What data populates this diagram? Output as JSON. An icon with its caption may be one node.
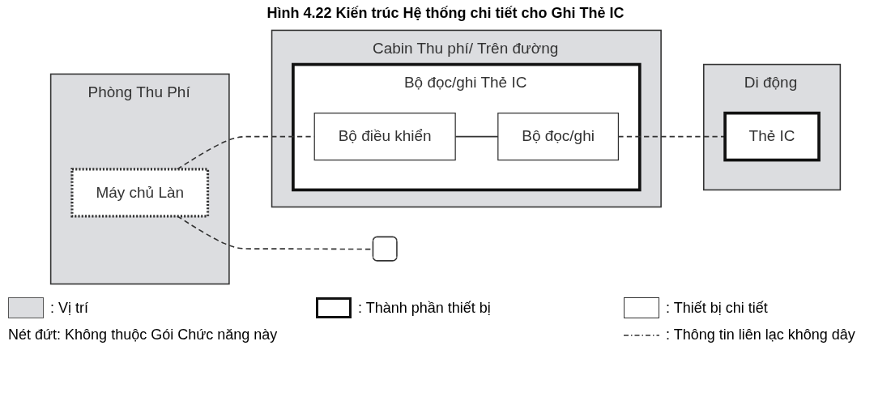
{
  "diagram": {
    "title": "Hình 4.22 Kiến trúc Hệ thống chi tiết cho Ghi Thẻ IC",
    "nodes": [
      {
        "text": [
          "Phòng Thu Phí"
        ]
      },
      {
        "text": [
          "Máy chủ Làn"
        ],
        "in": 0
      },
      {
        "text": [
          "Cabin Thu phí/ Trên đường"
        ]
      },
      {
        "text": [
          "Bộ đọc/ghi Thẻ IC"
        ],
        "in": 2
      },
      {
        "text": [
          "Bộ điều khiển"
        ],
        "in": 3
      },
      {
        "text": [
          "Bộ đọc/ghi"
        ],
        "in": 3
      },
      {
        "text": [
          "Di động"
        ]
      },
      {
        "text": [
          "Thẻ IC"
        ],
        "in": 6
      },
      {
        "text": [],
        "shape": "box"
      }
    ],
    "edges": [
      {
        "from": 1,
        "to": 4,
        "arrow": "none",
        "style": "dashed"
      },
      {
        "from": 4,
        "to": 5,
        "arrow": "none"
      },
      {
        "from": 5,
        "to": 7,
        "arrow": "none",
        "style": "dashed"
      },
      {
        "from": 1,
        "to": 8,
        "arrow": "none",
        "style": "dashed"
      }
    ],
    "labels": [
      "Nét đứt: Không thuộc Gói Chức năng này"
    ],
    "legend": [
      {
        "text": ": Vị trí",
        "color": "#dcdde0"
      },
      {
        "text": ": Thành phần thiết bị"
      },
      {
        "text": ": Thiết bị chi tiết"
      },
      {
        "text": ": Thông tin liên lạc không dây"
      }
    ]
  }
}
